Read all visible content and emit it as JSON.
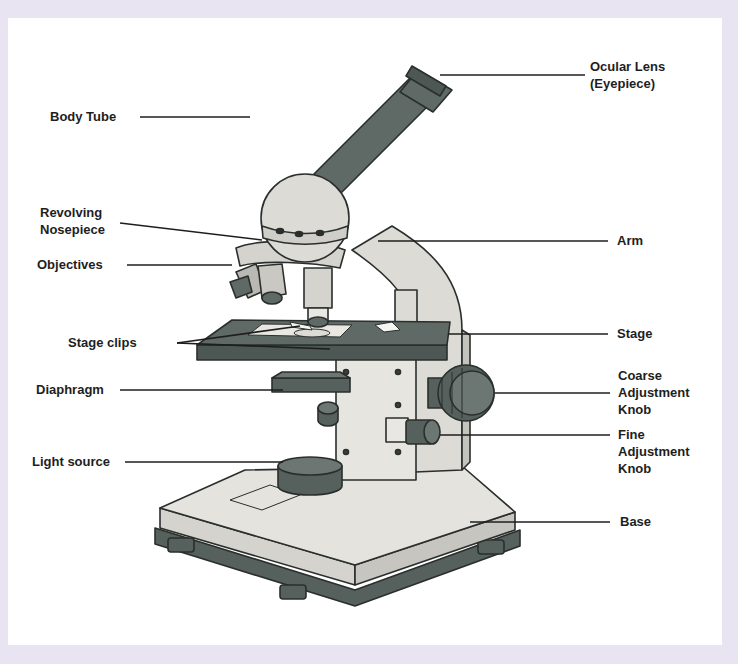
{
  "diagram": {
    "labels": [
      "Ocular Lens (Eyepiece)",
      "Body Tube",
      "Revolving Nosepiece",
      "Arm",
      "Objectives",
      "Stage clips",
      "Stage",
      "Diaphragm",
      "Coarse Adjustment Knob",
      "Fine Adjustment Knob",
      "Light source",
      "Base"
    ]
  }
}
